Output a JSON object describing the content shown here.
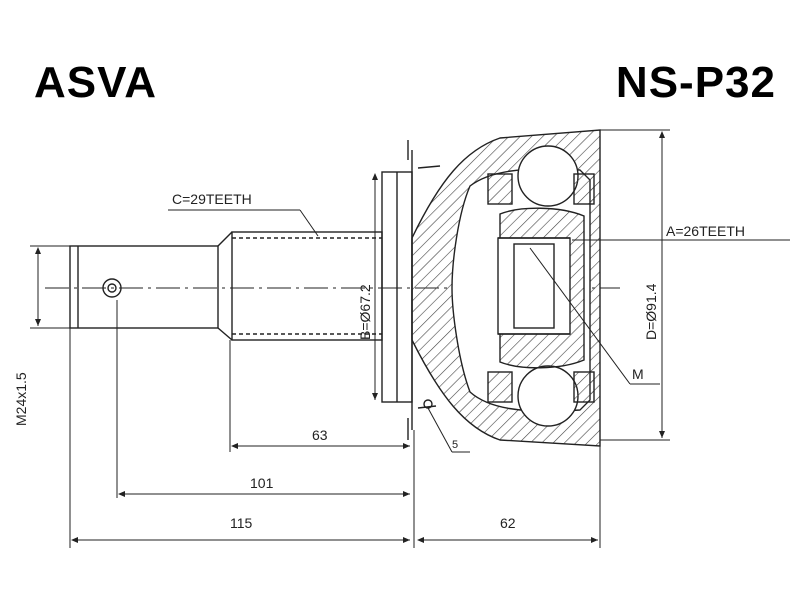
{
  "header": {
    "brand": "ASVA",
    "part_number": "NS-P32"
  },
  "labels": {
    "spline_c": "C=29TEETH",
    "spline_a": "A=26TEETH",
    "diam_b": "B=Ø67.2",
    "diam_d": "D=Ø91.4",
    "thread": "M24x1.5",
    "marker_m": "M",
    "marker_5": "5"
  },
  "dimensions": {
    "d63": "63",
    "d101": "101",
    "d115": "115",
    "d62": "62"
  },
  "colors": {
    "line": "#222222",
    "background": "#ffffff"
  }
}
